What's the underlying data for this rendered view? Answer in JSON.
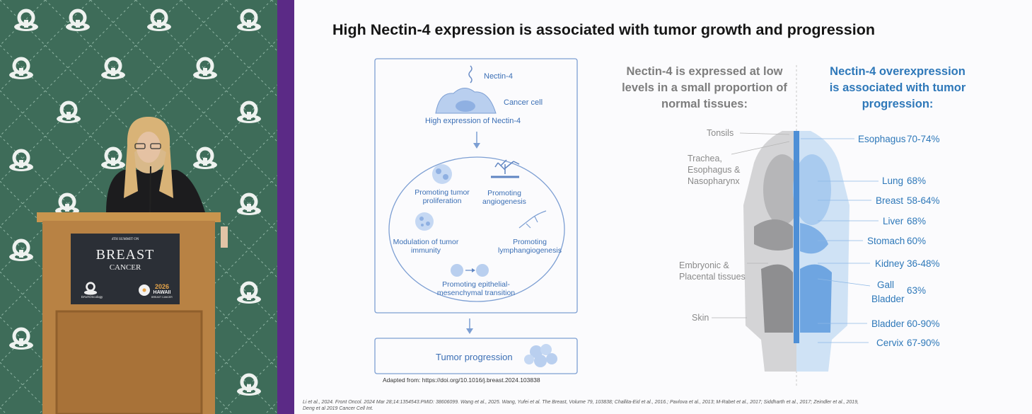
{
  "slide": {
    "title": "High Nectin-4 expression is associated with tumor growth and progression",
    "diagram": {
      "nectin_label": "Nectin-4",
      "cancer_cell_label": "Cancer cell",
      "high_expression_label": "High expression of Nectin-4",
      "circle_items": [
        "Promoting tumor\nproliferation",
        "Promoting\nangiogenesis",
        "Modulation of tumor\nimmunity",
        "Promoting\nlymphangiogenesis",
        "Promoting epithelial-\nmesenchymal transition"
      ],
      "tumor_progression": "Tumor progression",
      "adapted_from": "Adapted from:  https://doi.org/10.1016/j.breast.2024.103838"
    },
    "normal_header": "Nectin-4 is expressed at low\nlevels in a small proportion of\nnormal tissues:",
    "over_header": "Nectin-4 overexpression\nis associated with tumor\nprogression:",
    "normal_tissues": [
      "Tonsils",
      "Trachea,\nEsophagus &\nNasopharynx",
      "Embryonic &\nPlacental tissues",
      "Skin"
    ],
    "tumors": [
      {
        "name": "Esophagus",
        "value": "70-74%"
      },
      {
        "name": "Lung",
        "value": "68%"
      },
      {
        "name": "Breast",
        "value": "58-64%"
      },
      {
        "name": "Liver",
        "value": "68%"
      },
      {
        "name": "Stomach",
        "value": "60%"
      },
      {
        "name": "Kidney",
        "value": "36-48%"
      },
      {
        "name": "Gall\nBladder",
        "value": "63%"
      },
      {
        "name": "Bladder",
        "value": "60-90%"
      },
      {
        "name": "Cervix",
        "value": "67-90%"
      }
    ],
    "references": "Li  et al., 2024. Front Oncol. 2024 Mar 28;14:1354543.PMID: 38606099. Wang et al., 2025. Wang, Yufei et al. The Breast, Volume 79, 103838; Challita-Eid et al., 2016.; Pavlova et al., 2013; M-Rabet et al., 2017; Siddharth et al., 2017; Zeindler et al., 2019,\nDeng et al 2019 Cancer Cell Int."
  },
  "podium": {
    "summit": "4TH SUMMIT ON",
    "breast": "BREAST",
    "cancer": "CANCER",
    "dava": "DAVAOncology",
    "year": "2026",
    "hawaii": "HAWAII",
    "hawaii_sub": "BREAST CANCER"
  },
  "colors": {
    "accent_blue": "#2e78b9",
    "frame_purple": "#5b2a86",
    "backdrop_green": "#3d6b58"
  }
}
